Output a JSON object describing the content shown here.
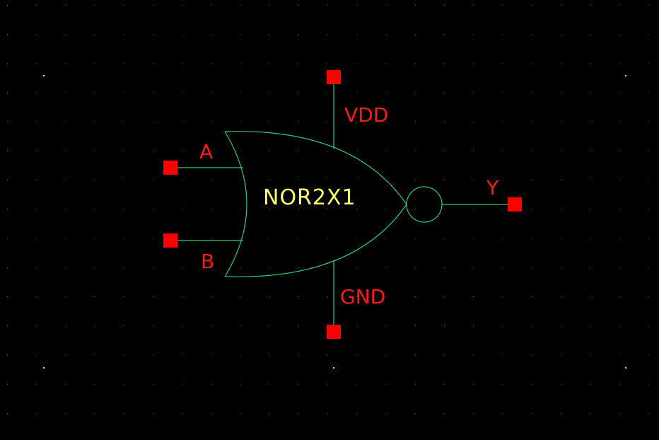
{
  "schematic": {
    "cell_name": "NOR2X1",
    "pins": {
      "a": "A",
      "b": "B",
      "y": "Y",
      "vdd": "VDD",
      "gnd": "GND"
    },
    "colors": {
      "background": "#000000",
      "wire": "#2ecc71",
      "pin": "#ff0000",
      "pin_label": "#ff1a1a",
      "cell_label": "#ffff66",
      "grid_dot": "#6a6a6a"
    }
  }
}
